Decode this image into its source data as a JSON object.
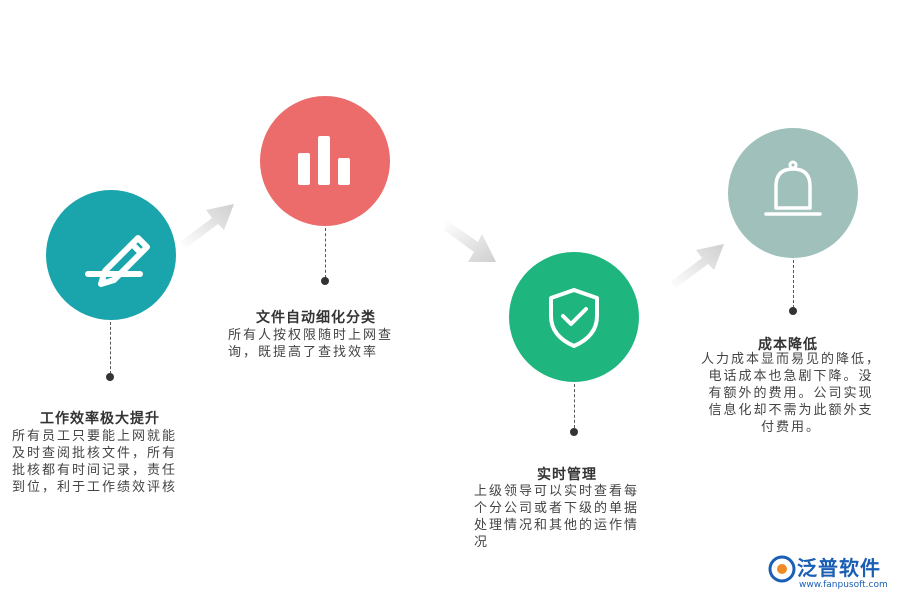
{
  "colors": {
    "step1": "#1aa4ac",
    "step2": "#ec6b6b",
    "step3": "#1fb57f",
    "step4": "#9fc0bb",
    "arrow": "#d9d9d9",
    "brand": "#1a5fb4"
  },
  "steps": [
    {
      "icon": "pencil-icon",
      "title": "工作效率极大提升",
      "lines": [
        "所有员工只要能上网就能",
        "及时查阅批核文件，所有",
        "批核都有时间记录，责任",
        "到位，利于工作绩效评核"
      ]
    },
    {
      "icon": "bar-chart-icon",
      "title": "文件自动细化分类",
      "lines": [
        "所有人按权限随时上网查",
        "询，既提高了查找效率"
      ]
    },
    {
      "icon": "shield-check-icon",
      "title": "实时管理",
      "lines": [
        "上级领导可以实时查看每",
        "个分公司或者下级的单据",
        "处理情况和其他的运作情",
        "况"
      ]
    },
    {
      "icon": "bell-icon",
      "title": "成本降低",
      "lines": [
        "人力成本显而易见的降低，",
        "电话成本也急剧下降。没",
        "有额外的费用。公司实现",
        "信息化却不需为此额外支",
        "付费用。"
      ]
    }
  ],
  "logo": {
    "name": "泛普软件",
    "url": "www.fanpusoft.com"
  }
}
